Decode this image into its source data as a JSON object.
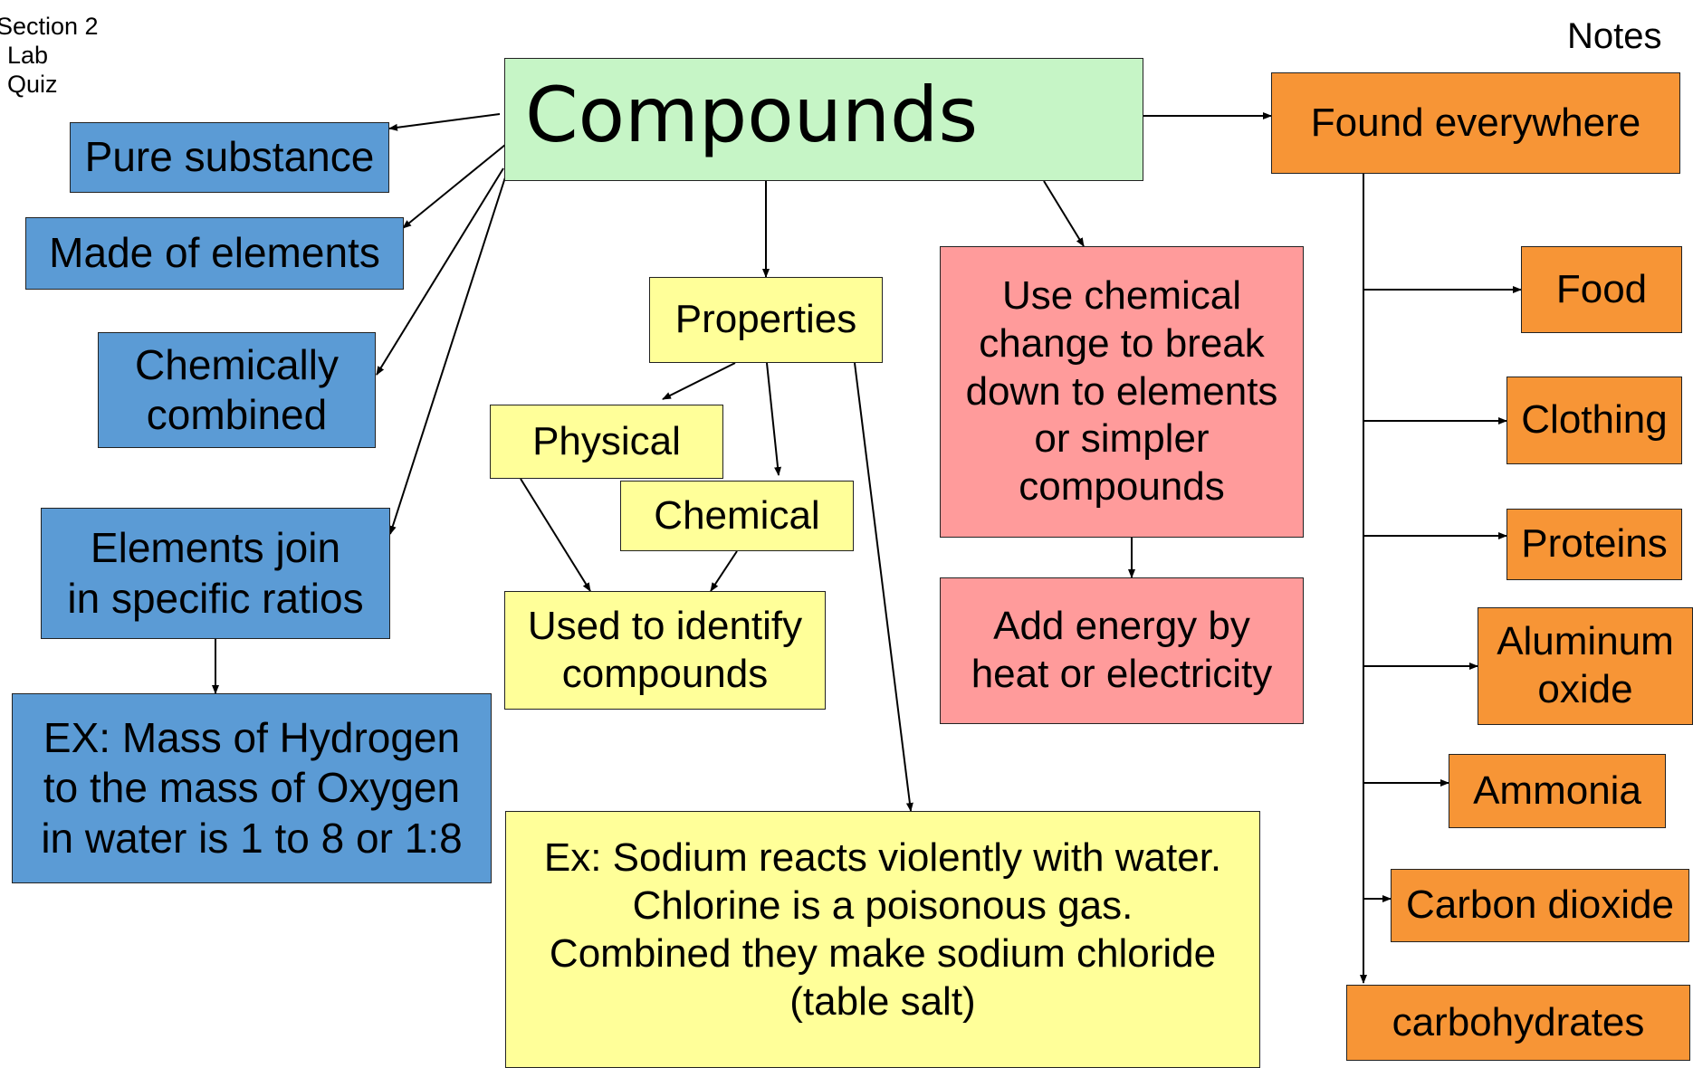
{
  "header": {
    "corner_lines": [
      "Section 2",
      "Lab",
      "Quiz"
    ],
    "notes": "Notes"
  },
  "nodes": {
    "compounds": "Compounds",
    "pure_substance": "Pure substance",
    "made_of_elements": "Made of elements",
    "chemically_combined": "Chemically\ncombined",
    "elements_join": "Elements join\nin specific ratios",
    "ex_mass": "EX: Mass of Hydrogen\nto the mass of Oxygen\nin water is 1 to 8 or 1:8",
    "properties": "Properties",
    "physical": "Physical",
    "chemical": "Chemical",
    "used_to_identify": "Used to identify\ncompounds",
    "ex_sodium": "Ex: Sodium reacts violently with water.\nChlorine is a poisonous gas.\nCombined they make sodium chloride\n(table salt)",
    "chemical_change": "Use chemical\nchange to break\ndown to elements\nor simpler\ncompounds",
    "add_energy": "Add energy by\nheat or electricity",
    "found_everywhere": "Found everywhere",
    "food": "Food",
    "clothing": "Clothing",
    "proteins": "Proteins",
    "aluminum_oxide": "Aluminum\noxide",
    "ammonia": "Ammonia",
    "carbon_dioxide": "Carbon dioxide",
    "carbohydrates": "carbohydrates"
  },
  "colors": {
    "central": "#c6f5c6",
    "definition": "#5b9bd5",
    "properties": "#ffff99",
    "breakdown": "#ff9b9b",
    "examples": "#f79536"
  }
}
